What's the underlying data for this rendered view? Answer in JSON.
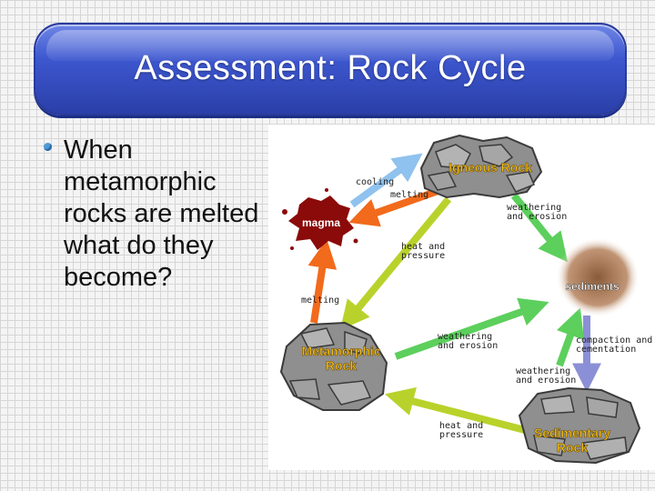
{
  "slide": {
    "title": "Assessment:  Rock Cycle",
    "bullet": "When metamorphic rocks are melted what do they become?"
  },
  "diagram": {
    "nodes": {
      "igneous": "Igneous Rock",
      "magma": "magma",
      "sediments": "sediments",
      "metamorphic_line1": "Metamorphic",
      "metamorphic_line2": "Rock",
      "sedimentary_line1": "Sedimentary",
      "sedimentary_line2": "Rock"
    },
    "labels": {
      "cooling": "cooling",
      "melting_top": "melting",
      "weathering_1a": "weathering",
      "weathering_1b": "and erosion",
      "heat_1a": "heat and",
      "heat_1b": "pressure",
      "melting_left": "melting",
      "weathering_2a": "weathering",
      "weathering_2b": "and erosion",
      "compaction_a": "compaction and",
      "compaction_b": "cementation",
      "weathering_3a": "weathering",
      "weathering_3b": "and erosion",
      "heat_2a": "heat and",
      "heat_2b": "pressure"
    },
    "colors": {
      "cooling_arrow": "#8fc2ee",
      "melting_arrow": "#f26a1b",
      "weathering_arrow": "#5ccf5c",
      "heat_arrow": "#b9d22b",
      "compaction_arrow": "#8b8fd6",
      "rock_label": "#f6c21c",
      "magma": "#8b0a0a"
    }
  }
}
